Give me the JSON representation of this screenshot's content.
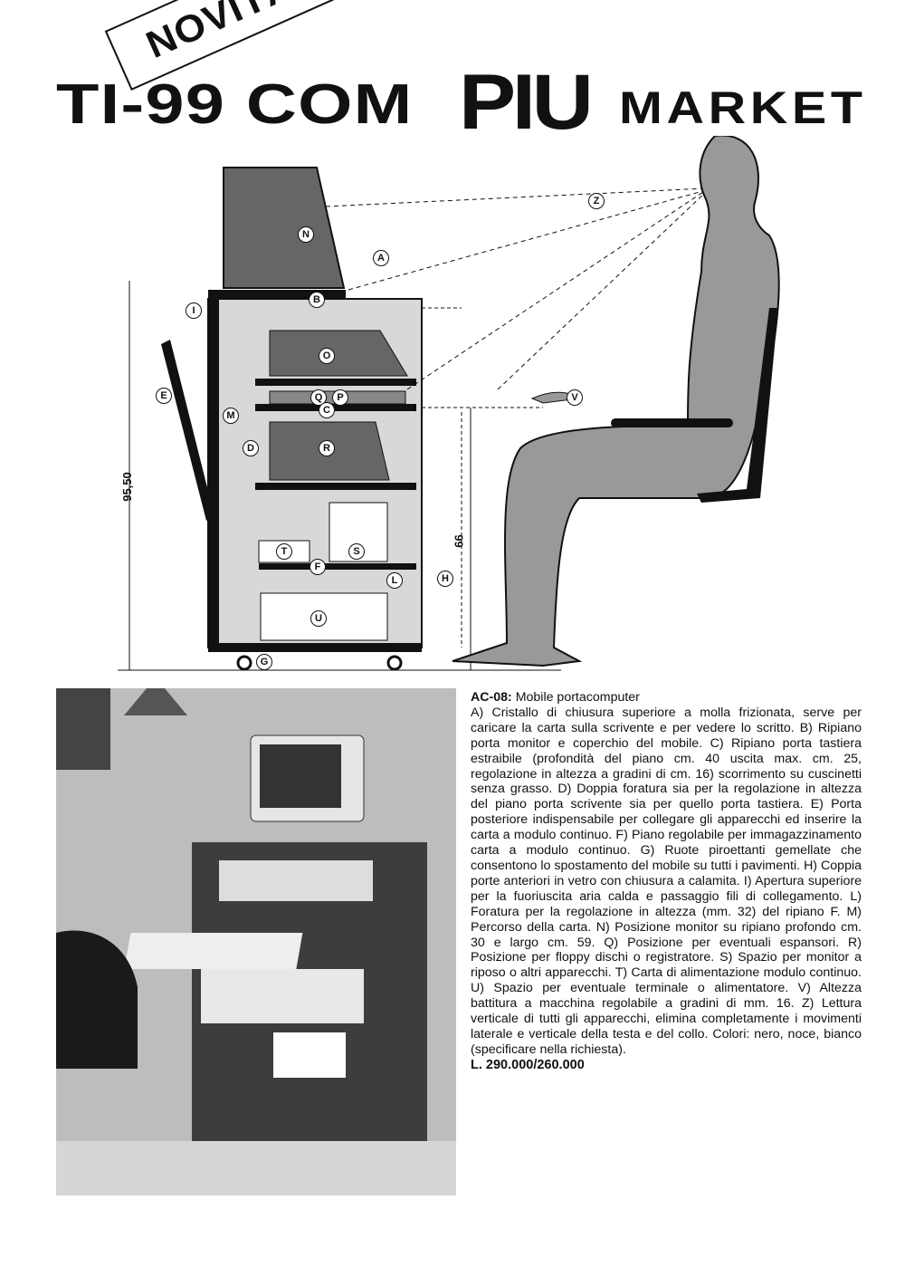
{
  "masthead": {
    "part1": "TI-99 COM",
    "part2": "PIU",
    "part3": "MARKET",
    "banner": "NOVITÀ DEL MESE"
  },
  "diagram": {
    "labels": [
      "N",
      "A",
      "B",
      "I",
      "O",
      "Q",
      "P",
      "C",
      "E",
      "M",
      "D",
      "R",
      "T",
      "S",
      "F",
      "L",
      "H",
      "U",
      "G",
      "Z",
      "V"
    ],
    "dim_height_total": "95,50",
    "dim_height_desk": "66"
  },
  "article": {
    "code": "AC-08:",
    "title": "Mobile portacomputer",
    "body": "A) Cristallo di chiusura superiore a molla frizionata, serve per caricare la carta sulla scrivente e per vedere lo scritto. B) Ripiano porta monitor e coperchio del mobile. C) Ripiano porta tastiera estraibile (profondità del piano cm. 40 uscita max. cm. 25, regolazione in altezza a gradini di cm. 16) scorrimento su cuscinetti senza grasso. D) Doppia foratura sia per la regolazione in altezza del piano porta scrivente sia per quello porta tastiera. E) Porta posteriore indispensabile per collegare gli apparecchi ed inserire la carta a modulo continuo. F) Piano regolabile per immagazzinamento carta a modulo continuo. G) Ruote piroettanti gemellate che consentono lo spostamento del mobile su tutti i pavimenti. H) Coppia porte anteriori in vetro con chiusura a calamita. I) Apertura superiore per la fuoriuscita aria calda e passaggio fili di collegamento. L) Foratura per la regolazione in altezza (mm. 32) del ripiano F. M) Percorso della carta. N) Posizione monitor su ripiano profondo cm. 30 e largo cm. 59. Q) Posizione per eventuali espansori. R) Posizione per floppy dischi o registratore. S) Spazio per monitor a riposo o altri apparecchi. T) Carta di alimentazione modulo continuo. U) Spazio per eventuale terminale o alimentatore. V) Altezza battitura a macchina regolabile a gradini di mm. 16. Z) Lettura verticale di tutti gli apparecchi, elimina completamente i movimenti laterale e verticale della testa e del collo. Colori: nero, noce, bianco (specificare nella richiesta).",
    "price": "L. 290.000/260.000"
  }
}
